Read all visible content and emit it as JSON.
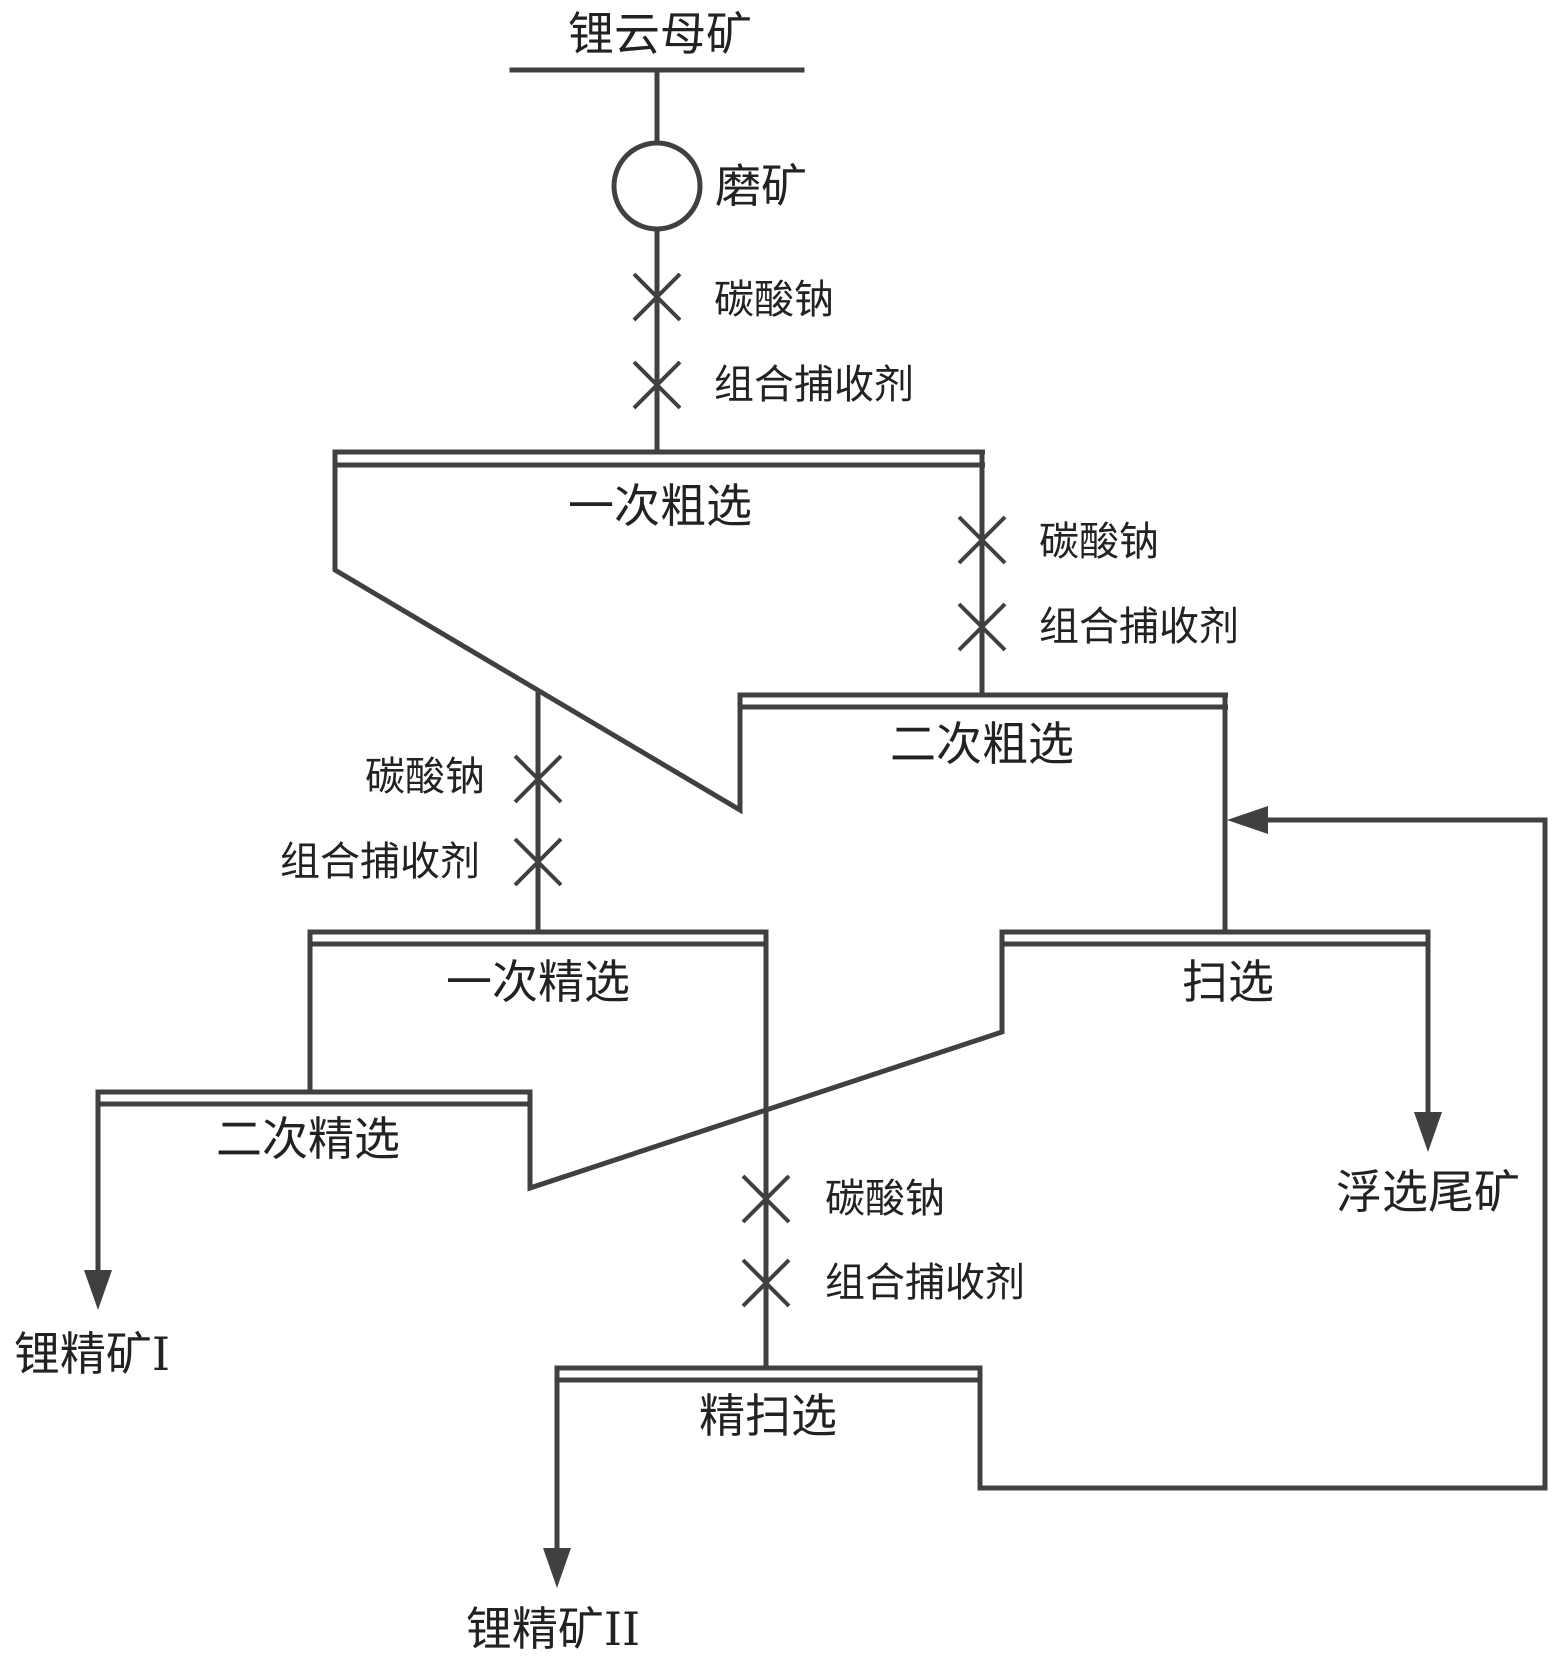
{
  "diagram": {
    "feed": "锂云母矿",
    "grinding": "磨矿",
    "reagent_sodium_carbonate": "碳酸钠",
    "reagent_collector": "组合捕收剂",
    "stages": {
      "rougher1": "一次粗选",
      "rougher2": "二次粗选",
      "cleaner1": "一次精选",
      "cleaner2": "二次精选",
      "scavenger": "扫选",
      "cleaner_scavenger": "精扫选"
    },
    "outputs": {
      "concentrate1": "锂精矿I",
      "concentrate2": "锂精矿II",
      "tailings": "浮选尾矿"
    }
  }
}
